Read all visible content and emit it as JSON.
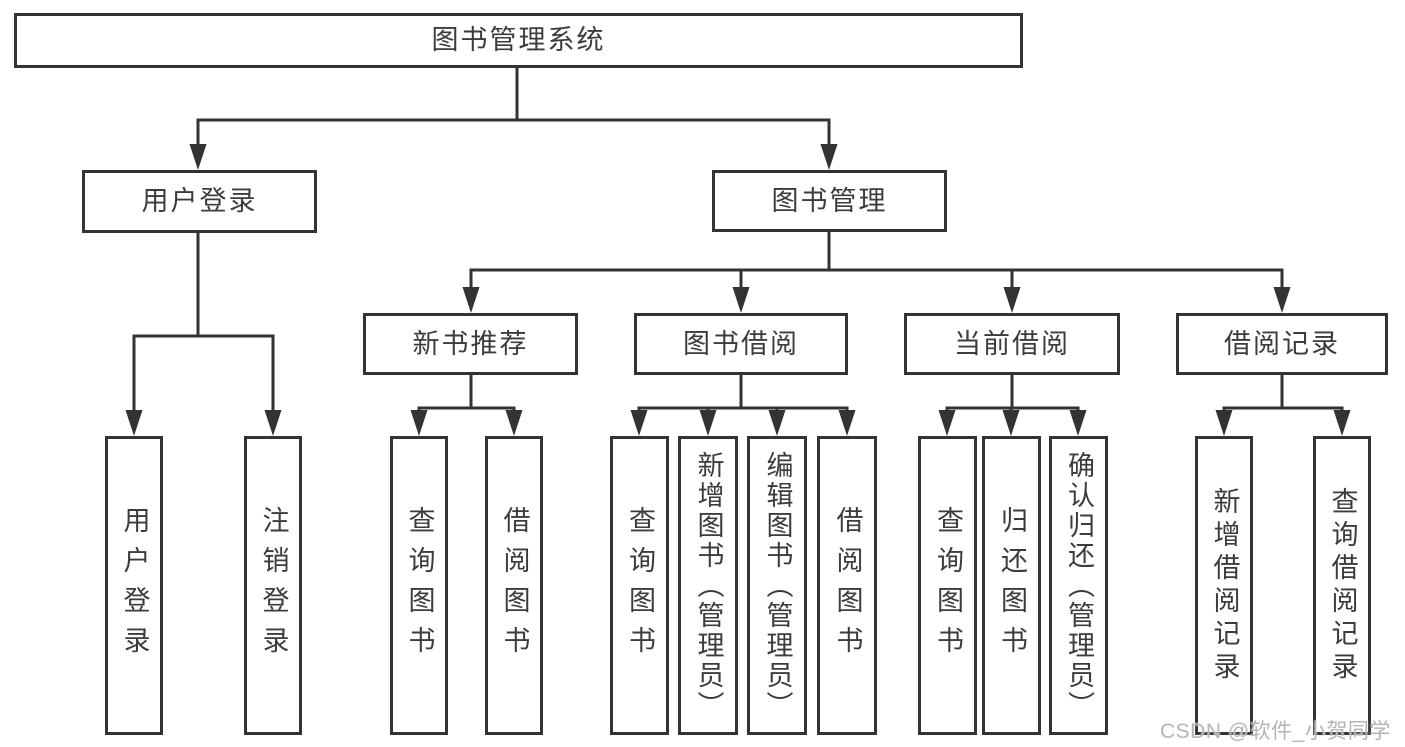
{
  "diagram_title": "图书管理系统",
  "nodes": {
    "root": "图书管理系统",
    "user_login": "用户登录",
    "book_mgmt": "图书管理",
    "new_book_rec": "新书推荐",
    "book_borrow": "图书借阅",
    "current_borrow": "当前借阅",
    "borrow_records": "借阅记录",
    "leaf_user_login": "用户登录",
    "leaf_logout": "注销登录",
    "leaf_nb_query": "查询图书",
    "leaf_nb_borrow": "借阅图书",
    "leaf_bb_query": "查询图书",
    "leaf_bb_add": "新增图书（管理员）",
    "leaf_bb_edit": "编辑图书（管理员）",
    "leaf_bb_borrow": "借阅图书",
    "leaf_cb_query": "查询图书",
    "leaf_cb_return": "归还图书",
    "leaf_cb_confirm": "确认归还（管理员）",
    "leaf_br_add": "新增借阅记录",
    "leaf_br_query": "查询借阅记录"
  },
  "hierarchy": {
    "图书管理系统": [
      "用户登录",
      "图书管理"
    ],
    "用户登录": [
      "用户登录",
      "注销登录"
    ],
    "图书管理": [
      "新书推荐",
      "图书借阅",
      "当前借阅",
      "借阅记录"
    ],
    "新书推荐": [
      "查询图书",
      "借阅图书"
    ],
    "图书借阅": [
      "查询图书",
      "新增图书（管理员）",
      "编辑图书（管理员）",
      "借阅图书"
    ],
    "当前借阅": [
      "查询图书",
      "归还图书",
      "确认归还（管理员）"
    ],
    "借阅记录": [
      "新增借阅记录",
      "查询借阅记录"
    ]
  },
  "watermark": "CSDN @软件_小贺同学",
  "colors": {
    "line": "#333333",
    "box_border": "#333333",
    "text": "#3c3c3c",
    "background": "#ffffff",
    "watermark": "#b5b5b5"
  }
}
